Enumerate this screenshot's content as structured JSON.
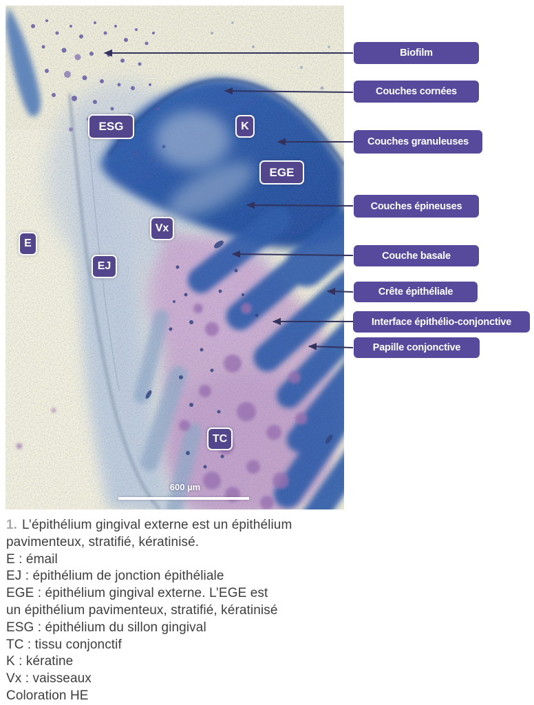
{
  "figure": {
    "annotations": [
      {
        "label": "Biofilm"
      },
      {
        "label": "Couches cornées"
      },
      {
        "label": "Couches granuleuses"
      },
      {
        "label": "Couches épineuses"
      },
      {
        "label": "Couche basale"
      },
      {
        "label": "Crête épithéliale"
      },
      {
        "label": "Interface épithélio-conjonctive"
      },
      {
        "label": "Papille conjonctive"
      }
    ],
    "markers": [
      {
        "label": "ESG"
      },
      {
        "label": "K"
      },
      {
        "label": "EGE"
      },
      {
        "label": "Vx"
      },
      {
        "label": "E"
      },
      {
        "label": "EJ"
      },
      {
        "label": "TC"
      }
    ],
    "scale_bar": {
      "label": "600 µm"
    }
  },
  "caption": {
    "number": "1.",
    "lines": [
      "L’épithélium gingival externe est un épithélium",
      "pavimenteux, stratifié, kératinisé.",
      "E : émail",
      "EJ : épithélium de jonction épithéliale",
      "EGE : épithélium gingival externe. L’EGE est",
      "un épithélium pavimenteux, stratifié, kératinisé",
      "ESG : épithélium du sillon gingival",
      "TC : tissu conjonctif",
      "K : kératine",
      "Vx : vaisseaux",
      "Coloration HE"
    ]
  },
  "colors": {
    "annotation_purple": "#57499b",
    "marker_purple": "#53468c",
    "arrow_navy": "#32325c",
    "stain_dark_blue": "#2b57a5",
    "stain_pink": "#c9a7cc",
    "background_cream": "#efecd8",
    "caption_text": "#3d3d3d",
    "caption_number_gray": "#a8a8a8"
  }
}
